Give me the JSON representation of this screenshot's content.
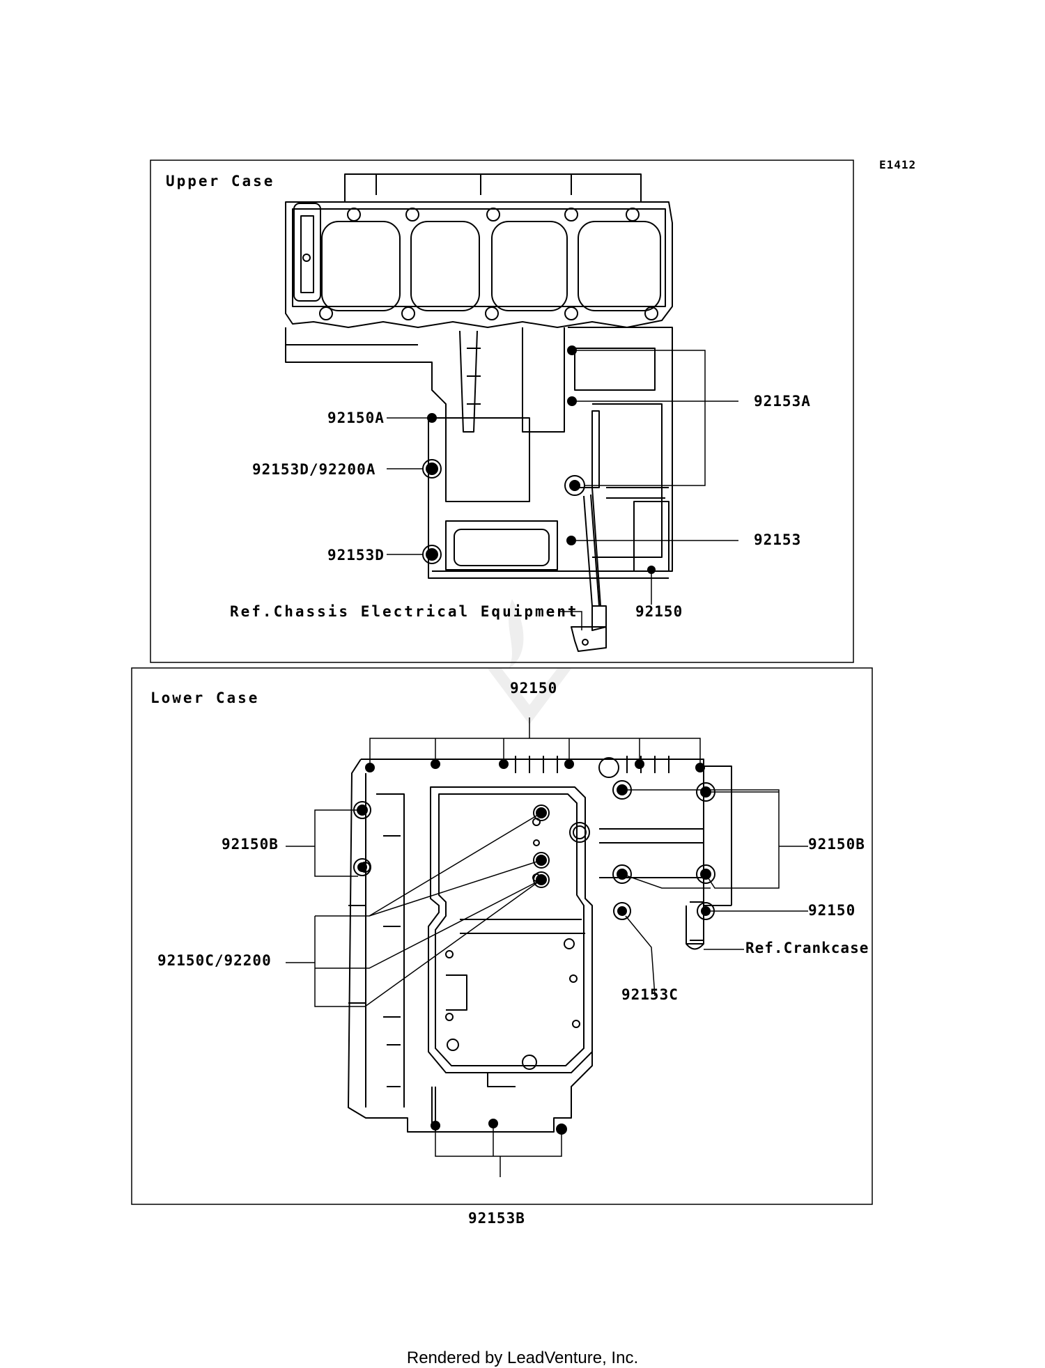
{
  "diagram_id": "E1412",
  "upper": {
    "title": "Upper Case",
    "labels": {
      "p92150A": "92150A",
      "p92153D92200A": "92153D/92200A",
      "p92153D": "92153D",
      "p92153A": "92153A",
      "p92153": "92153",
      "p92150": "92150",
      "ref_chassis": "Ref.Chassis Electrical Equipment"
    }
  },
  "lower": {
    "title": "Lower Case",
    "labels": {
      "p92150_top": "92150",
      "p92150B_left": "92150B",
      "p92150B_right": "92150B",
      "p92150_right": "92150",
      "p92150C92200": "92150C/92200",
      "ref_crankcase": "Ref.Crankcase",
      "p92153C": "92153C",
      "p92153B": "92153B"
    }
  },
  "footer": "Rendered by LeadVenture, Inc.",
  "colors": {
    "line": "#000000",
    "watermark": "#e6e6e6"
  }
}
